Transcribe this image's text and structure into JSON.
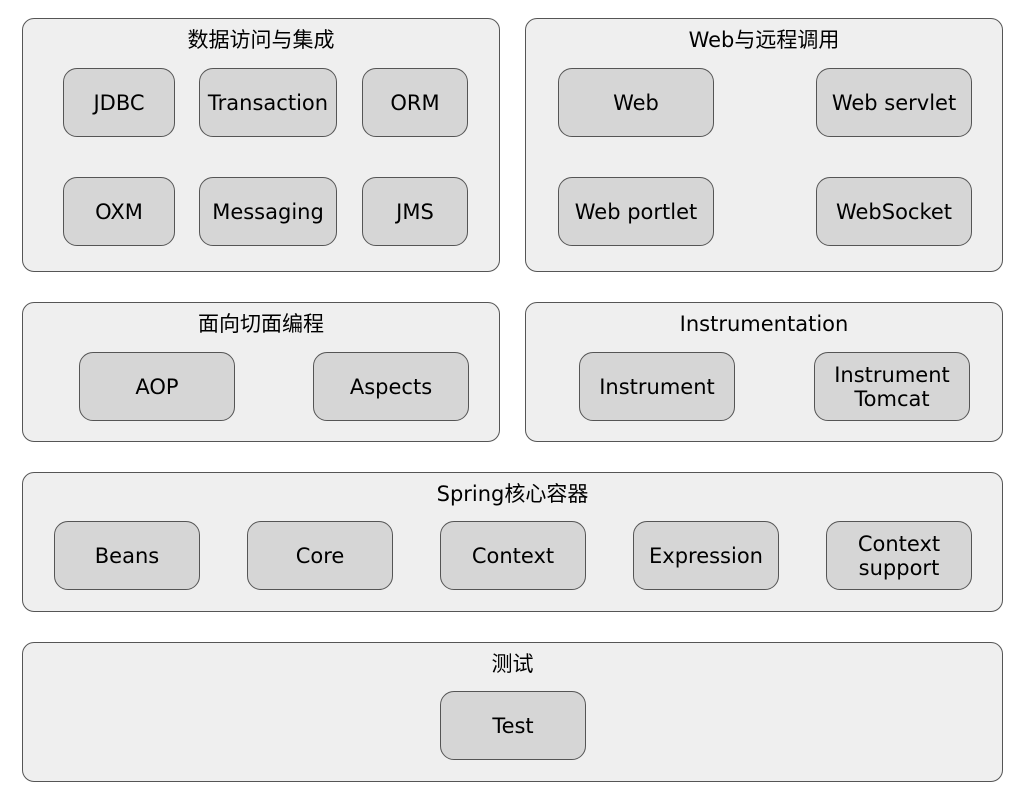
{
  "data_access": {
    "title": "数据访问与集成",
    "jdbc": "JDBC",
    "transaction": "Transaction",
    "orm": "ORM",
    "oxm": "OXM",
    "messaging": "Messaging",
    "jms": "JMS"
  },
  "web": {
    "title": "Web与远程调用",
    "web": "Web",
    "web_servlet": "Web servlet",
    "web_portlet": "Web portlet",
    "websocket": "WebSocket"
  },
  "aop": {
    "title": "面向切面编程",
    "aop": "AOP",
    "aspects": "Aspects"
  },
  "instrumentation": {
    "title": "Instrumentation",
    "instrument": "Instrument",
    "instrument_tomcat": "Instrument\nTomcat"
  },
  "core_container": {
    "title": "Spring核心容器",
    "beans": "Beans",
    "core": "Core",
    "context": "Context",
    "expression": "Expression",
    "context_support": "Context\nsupport"
  },
  "test": {
    "title": "测试",
    "test": "Test"
  }
}
